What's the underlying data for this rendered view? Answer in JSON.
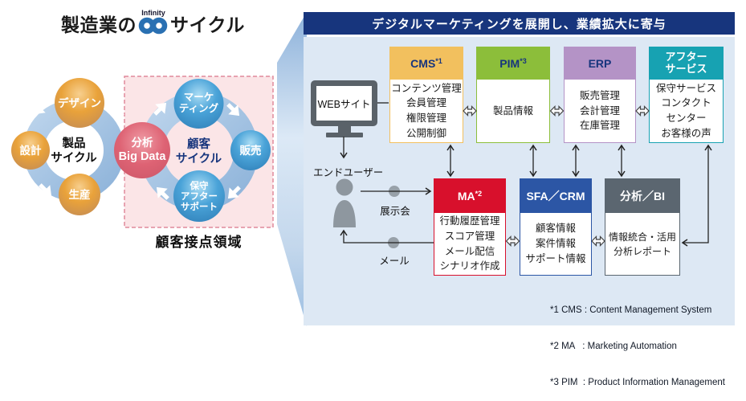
{
  "title": {
    "prefix": "製造業の",
    "infinity_label": "Infinity",
    "suffix": "サイクル"
  },
  "diagram": {
    "contact_area_label": "顧客接点領域",
    "product_cycle_center": {
      "line1": "製品",
      "line2": "サイクル"
    },
    "customer_cycle_center": {
      "line1": "顧客",
      "line2": "サイクル"
    },
    "bubbles": {
      "design": "デザイン",
      "engineering": "設計",
      "production": "生産",
      "marketing": {
        "line1": "マーケ",
        "line2": "ティング"
      },
      "sales": "販売",
      "support": {
        "line1": "保守",
        "line2": "アフター",
        "line3": "サポート"
      },
      "analysis": {
        "line1": "分析",
        "line2": "Big Data"
      }
    }
  },
  "panel": {
    "header": "デジタルマーケティングを展開し、業績拡大に寄与",
    "website": "WEBサイト",
    "end_user": "エンドユーザー",
    "exhibition": "展示会",
    "mail": "メール",
    "boxes": {
      "cms": {
        "name": "CMS",
        "sup": "*1",
        "items": [
          "コンテンツ管理",
          "会員管理",
          "権限管理",
          "公開制御"
        ]
      },
      "pim": {
        "name": "PIM",
        "sup": "*3",
        "items": [
          "製品情報"
        ]
      },
      "erp": {
        "name": "ERP",
        "sup": "",
        "items": [
          "販売管理",
          "会計管理",
          "在庫管理"
        ]
      },
      "after": {
        "name_line1": "アフター",
        "name_line2": "サービス",
        "items": [
          "保守サービス",
          "コンタクト",
          "センター",
          "お客様の声"
        ]
      },
      "ma": {
        "name": "MA",
        "sup": "*2",
        "items": [
          "行動履歴管理",
          "スコア管理",
          "メール配信",
          "シナリオ作成"
        ]
      },
      "sfa": {
        "name": "SFA／CRM",
        "sup": "",
        "items": [
          "顧客情報",
          "案件情報",
          "サポート情報"
        ]
      },
      "bi": {
        "name": "分析／BI",
        "sup": "",
        "items": [
          "情報統合・活用",
          "分析レポート"
        ]
      }
    },
    "footnotes": {
      "line1": "*1 CMS : Content Management System",
      "line2": "*2 MA   : Marketing Automation",
      "line3": "*3 PIM  : Product Information Management"
    }
  },
  "colors": {
    "header_bar": "#17357D",
    "panel_bg": "#DDE8F4",
    "cms": "#F2C05E",
    "pim": "#8CBE3A",
    "erp": "#B493C6",
    "after_service": "#17A2B2",
    "ma": "#D8102C",
    "sfa_crm": "#2C56A5",
    "bi": "#5B6670",
    "contact_area_pink": "#FBE5E7",
    "ring_blue": "#A9C6E4",
    "bubble_orange": "#E9A23A",
    "bubble_blue": "#4AA3D8",
    "bubble_red": "#DE6374",
    "infinity_blue": "#2A70B2",
    "icon_gray": "#8E979F"
  }
}
